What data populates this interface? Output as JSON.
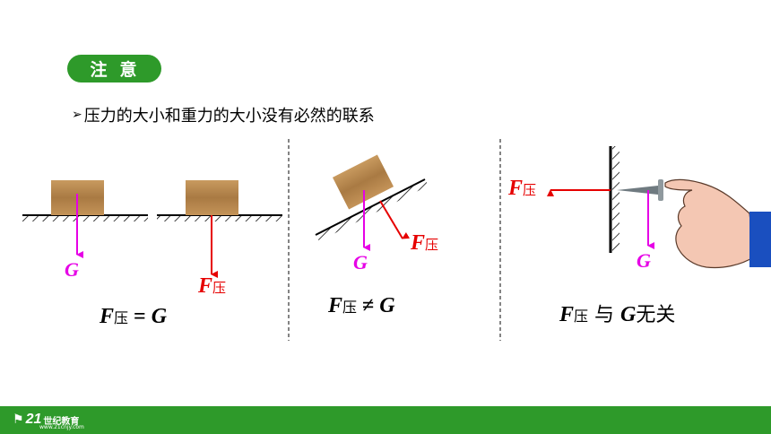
{
  "header": {
    "badge": "注意"
  },
  "statement": {
    "bullet": "➢",
    "text": "压力的大小和重力的大小没有必然的联系"
  },
  "labels": {
    "g1": "G",
    "g2": "G",
    "g3": "G",
    "f_sym": "F",
    "f_sub": "压"
  },
  "equations": {
    "eq1": {
      "f": "F",
      "sub": "压",
      "rest": " = ",
      "g": "G"
    },
    "eq2": {
      "f": "F",
      "sub": "压",
      "rest": " ≠ ",
      "g": "G"
    },
    "eq3": {
      "f": "F",
      "sub": "压",
      "mid": " 与 ",
      "g": "G",
      "tail": "无关"
    }
  },
  "footer": {
    "logo_mark": "21",
    "logo_text": "世纪教育",
    "logo_url": "www.21cnjy.com"
  },
  "colors": {
    "green": "#2e9a2a",
    "gravity": "#e600e6",
    "pressure": "#e60000",
    "wood": "#b98a4f"
  }
}
